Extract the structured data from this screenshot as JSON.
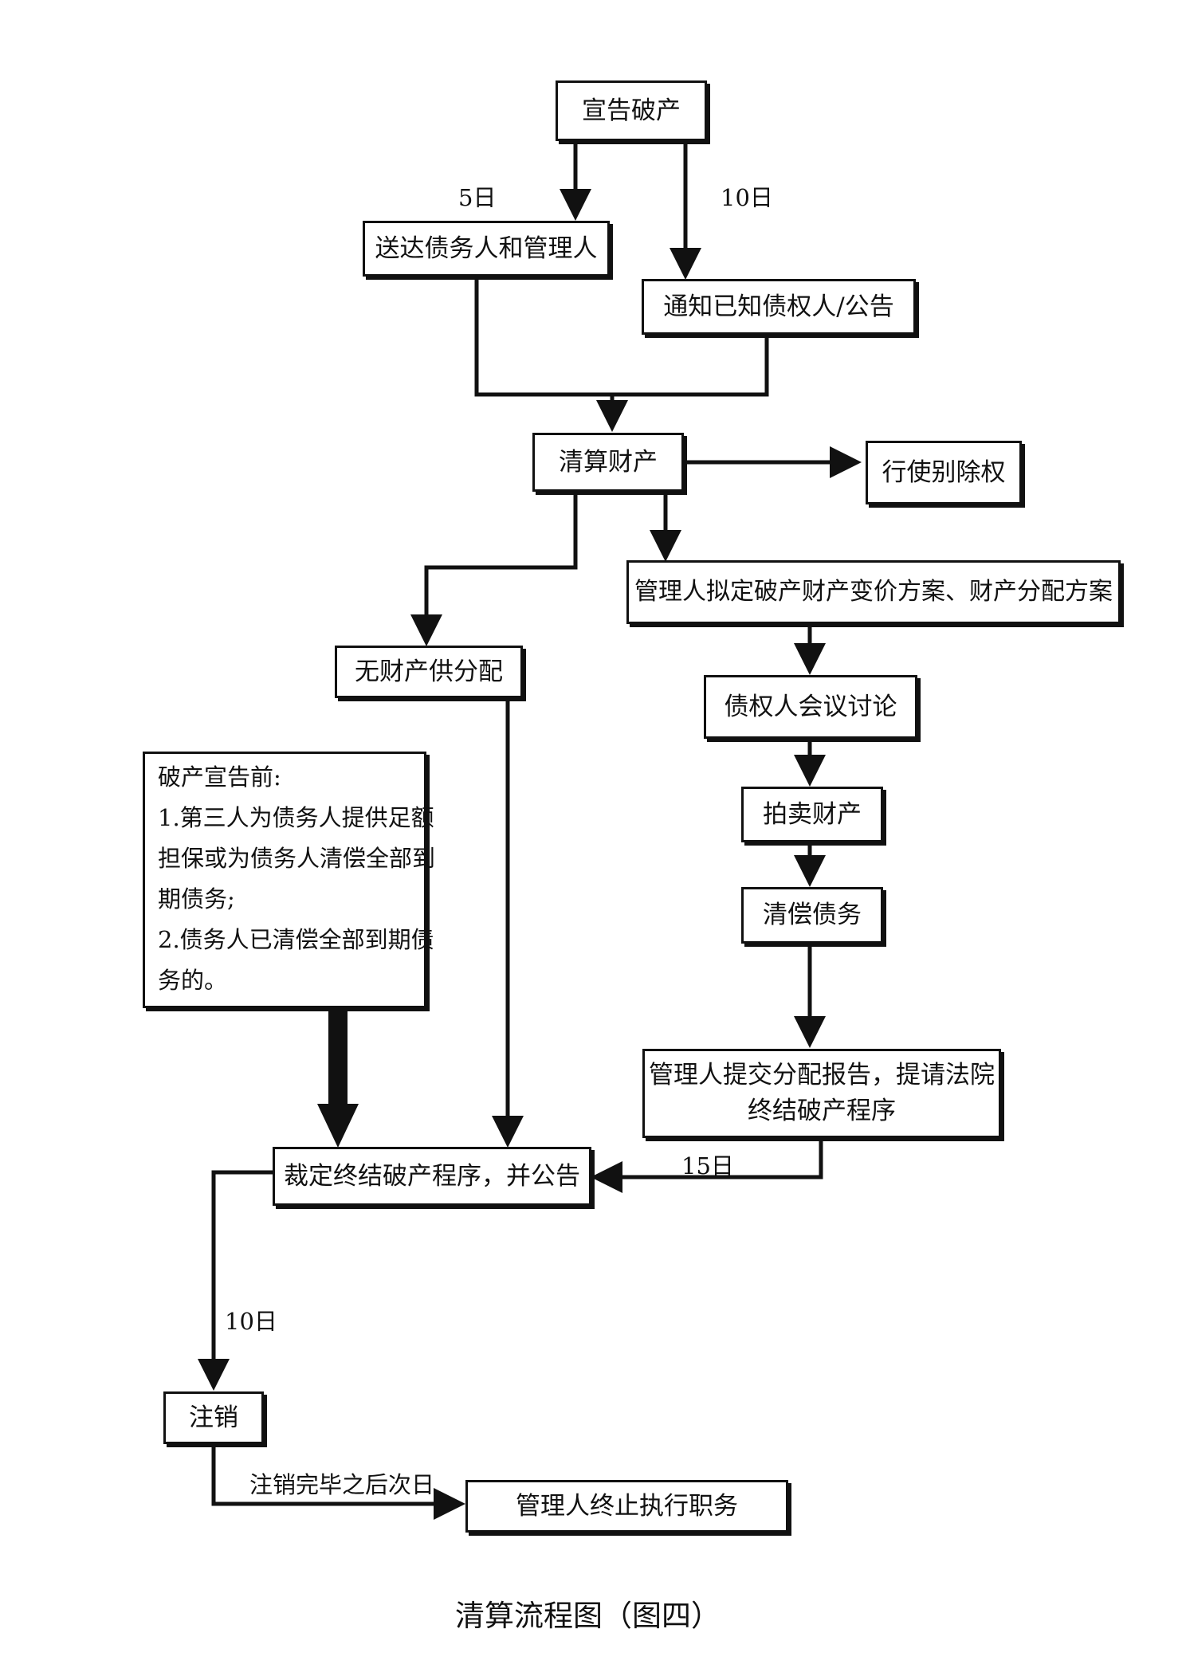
{
  "nodes": {
    "declare_bankruptcy": "宣告破产",
    "serve_debtor_admin": "送达债务人和管理人",
    "notify_creditors": "通知已知债权人/公告",
    "liquidate_property": "清算财产",
    "exercise_separation_right": "行使别除权",
    "admin_draft_plan": "管理人拟定破产财产变价方案、财产分配方案",
    "no_property": "无财产供分配",
    "creditors_meeting": "债权人会议讨论",
    "auction_property": "拍卖财产",
    "repay_debts": "清偿债务",
    "admin_report_line1": "管理人提交分配报告，提请法院",
    "admin_report_line2": "终结破产程序",
    "ruling_terminate": "裁定终结破产程序，并公告",
    "cancellation": "注销",
    "admin_terminate_duty": "管理人终止执行职务"
  },
  "note": {
    "lines": [
      "破产宣告前:",
      "1.第三人为债务人提供足额",
      "担保或为债务人清偿全部到",
      "期债务;",
      "2.债务人已清偿全部到期债",
      "务的。"
    ]
  },
  "edge_labels": {
    "five_days": "5日",
    "ten_days_notice": "10日",
    "fifteen_days": "15日",
    "ten_days_cancel": "10日",
    "after_cancellation": "注销完毕之后次日"
  },
  "caption": "清算流程图（图四）"
}
